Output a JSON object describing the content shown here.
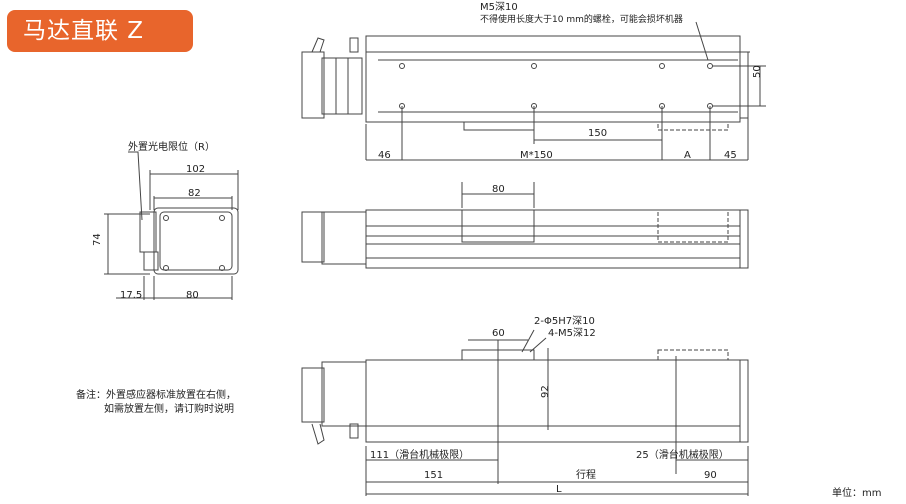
{
  "title": "马达直联  Z",
  "callouts": {
    "m5_depth": "M5深10",
    "bolt_warning": "不得使用长度大于10 mm的螺栓，可能会损坏机器",
    "sensor": "外置光电限位（R）",
    "pin_hole": "2-Φ5H7深10",
    "m5_depth12": "4-M5深12"
  },
  "dims_top": {
    "d50": "50",
    "d150": "150",
    "d46": "46",
    "dm150": "M*150",
    "dA": "A",
    "d45": "45"
  },
  "dims_side": {
    "d102": "102",
    "d82": "82",
    "d74": "74",
    "d17_5": "17.5",
    "d80": "80"
  },
  "dims_mid": {
    "d80": "80"
  },
  "dims_bottom": {
    "d60": "60",
    "d92": "92",
    "d111": "111（滑台机械极限）",
    "d25": "25（滑台机械极限）",
    "d151": "151",
    "stroke": "行程",
    "d90": "90",
    "dL": "L"
  },
  "unit": "单位：mm",
  "note": {
    "line1": "备注：外置感应器标准放置在右侧，",
    "line2": "如需放置左侧，请订购时说明"
  }
}
